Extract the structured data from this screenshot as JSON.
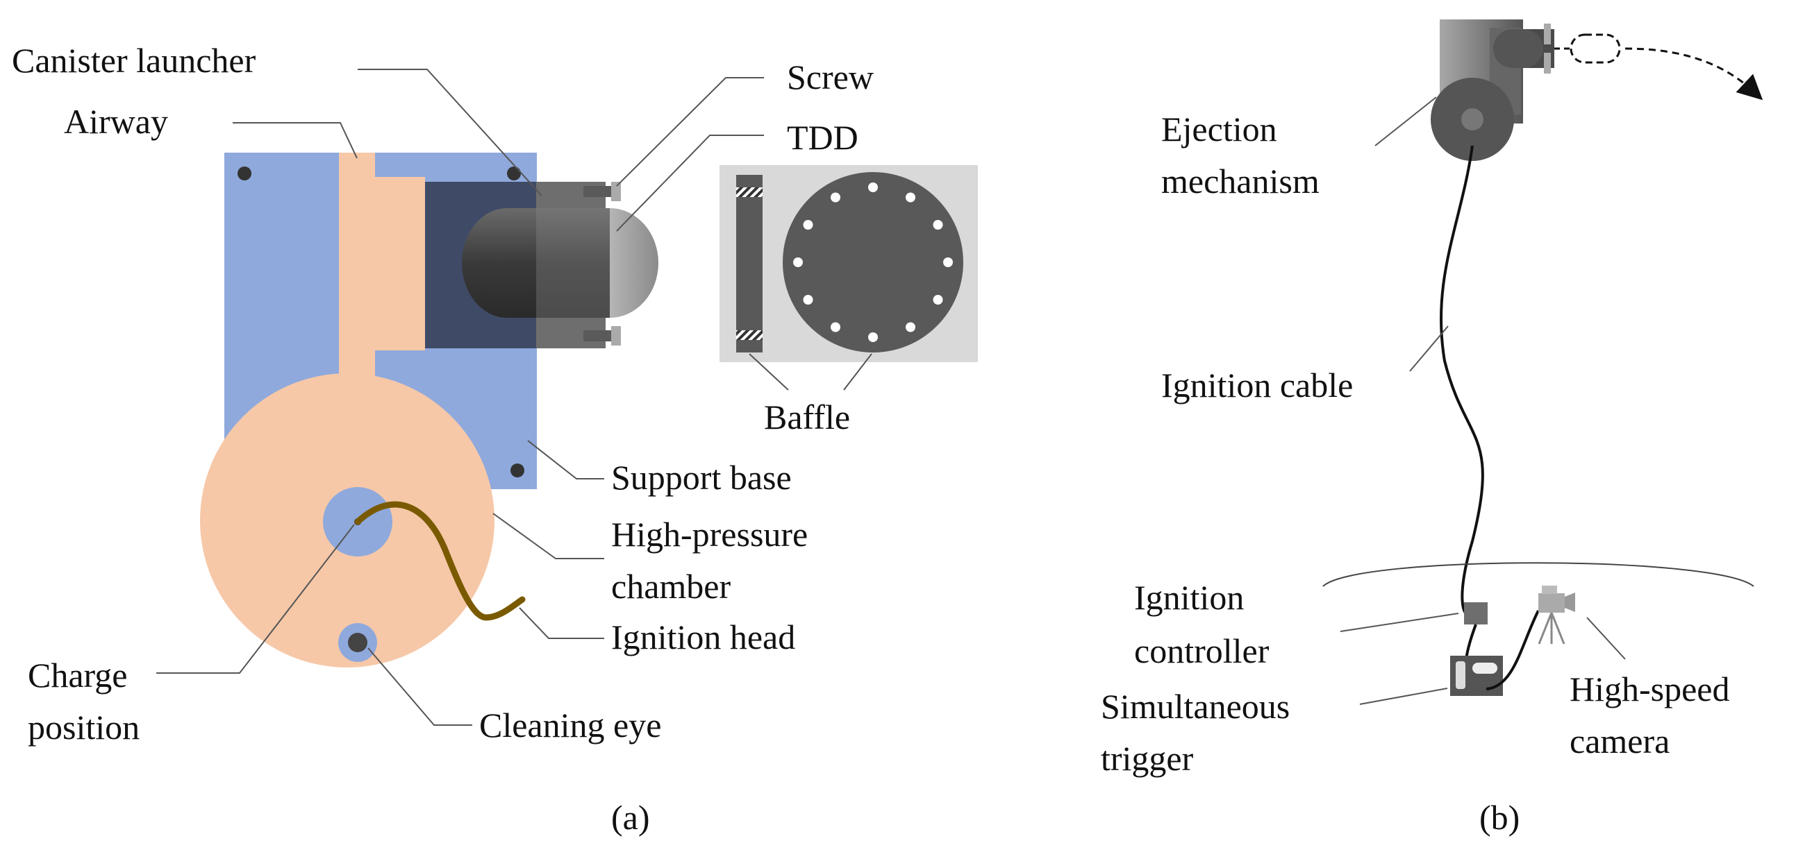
{
  "panel_a": {
    "caption": "(a)",
    "labels": {
      "canister_launcher": "Canister launcher",
      "airway": "Airway",
      "screw": "Screw",
      "tdd": "TDD",
      "baffle": "Baffle",
      "support_base": "Support base",
      "high_pressure_1": "High-pressure",
      "high_pressure_2": "chamber",
      "ignition_head": "Ignition head",
      "charge_1": "Charge",
      "charge_2": "position",
      "cleaning_eye": "Cleaning eye"
    }
  },
  "panel_b": {
    "caption": "(b)",
    "labels": {
      "ejection_1": "Ejection",
      "ejection_2": "mechanism",
      "ignition_cable": "Ignition cable",
      "ign_ctrl_1": "Ignition",
      "ign_ctrl_2": "controller",
      "sim_trig_1": "Simultaneous",
      "sim_trig_2": "trigger",
      "hs_cam_1": "High-speed",
      "hs_cam_2": "camera"
    }
  },
  "colors": {
    "support_base": "#8FA9DC",
    "chamber": "#F6C8A8",
    "launcher_dark": "#3F4A66",
    "baffle_bg": "#D9D9D9",
    "baffle_plate": "#595959",
    "ignition_wire": "#7A5A00",
    "gray_mech": "#6E6E6E"
  }
}
